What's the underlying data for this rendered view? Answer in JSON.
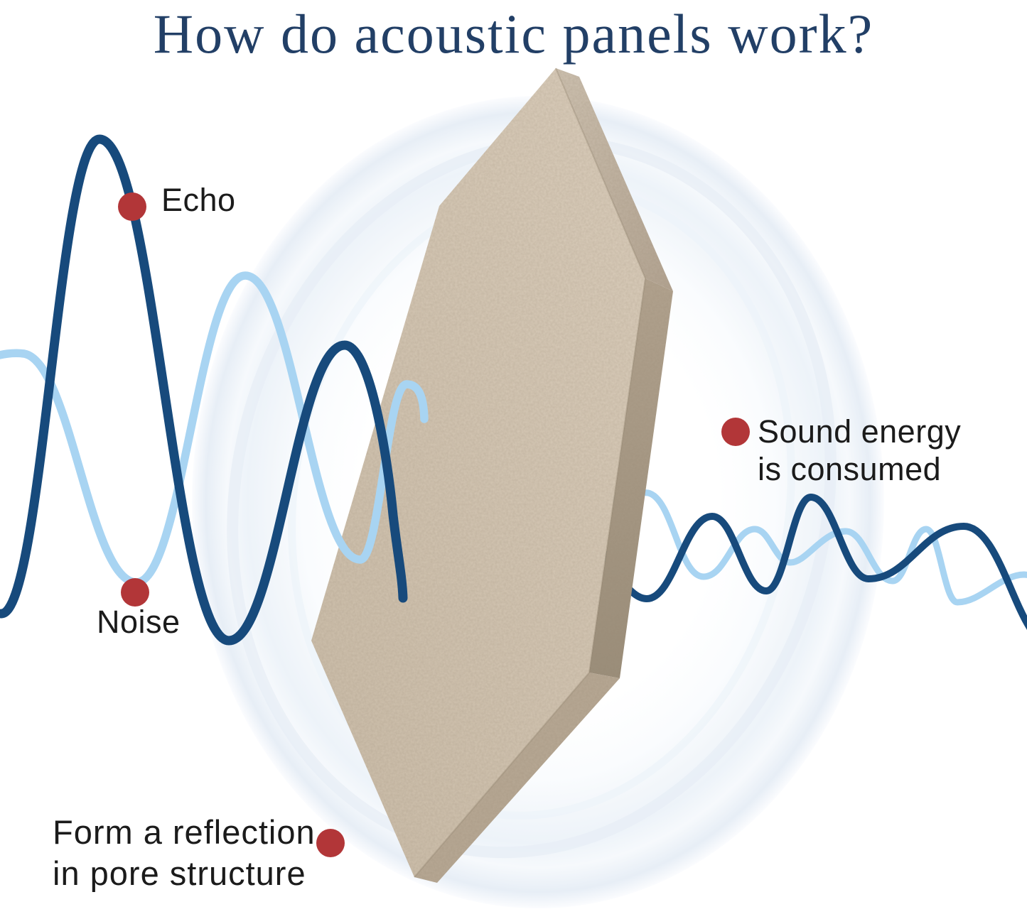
{
  "title": "How do acoustic panels work?",
  "annotations": {
    "echo": {
      "label": "Echo"
    },
    "noise": {
      "label": "Noise"
    },
    "sound_energy": {
      "line1": "Sound energy",
      "line2": "is consumed"
    },
    "reflection": {
      "line1": "Form a reflection",
      "line2": "in pore structure"
    }
  },
  "colors": {
    "background": "#ffffff",
    "title_text": "#223f66",
    "label_text": "#1b1b1b",
    "wave_navy": "#174a7c",
    "wave_light_blue": "#a8d4f2",
    "marker_red": "#b23638",
    "panel_face_light": "#dccfbd",
    "panel_face_dark": "#cbbda9",
    "panel_bevel_top_light": "#cfc3b2",
    "panel_bevel_top_dark": "#b3a492",
    "panel_bevel_right_light": "#b2a38f",
    "panel_bevel_right_dark": "#9b8e7a",
    "panel_bevel_bottom": "#b7a894",
    "panel_edge_line": "#8a7a64",
    "glow_ring_outer": "#e7eef6",
    "glow_ring_inner": "#edf3f9"
  }
}
